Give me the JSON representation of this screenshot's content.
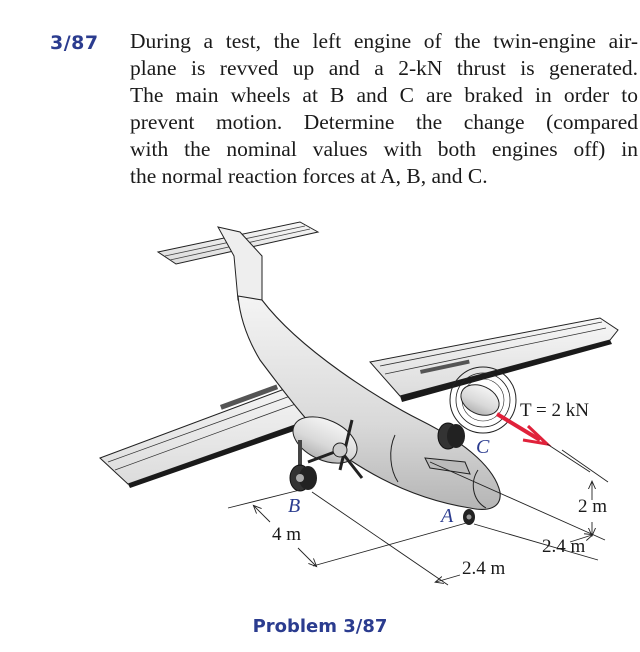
{
  "problem": {
    "number": "3/87",
    "lines": [
      "During a test, the left engine of the twin-engine air-",
      "plane is revved up and a 2-kN thrust is generated.",
      "The main wheels at B and C are braked in order to",
      "prevent motion. Determine the change (compared",
      "with the nominal values with both engines off) in",
      "the normal reaction forces at A, B, and C."
    ]
  },
  "figure": {
    "thrust_label": "T = 2 kN",
    "points": {
      "A": "A",
      "B": "B",
      "C": "C"
    },
    "dimensions": {
      "wheelbase_BC": "4 m",
      "nose_to_main_left": "2.4 m",
      "nose_to_main_right": "2.4 m",
      "thrust_height": "2 m"
    },
    "colors": {
      "thrust_arrow": "#e0213a",
      "accent_blue": "#2b3c8f"
    }
  },
  "caption": "Problem 3/87"
}
